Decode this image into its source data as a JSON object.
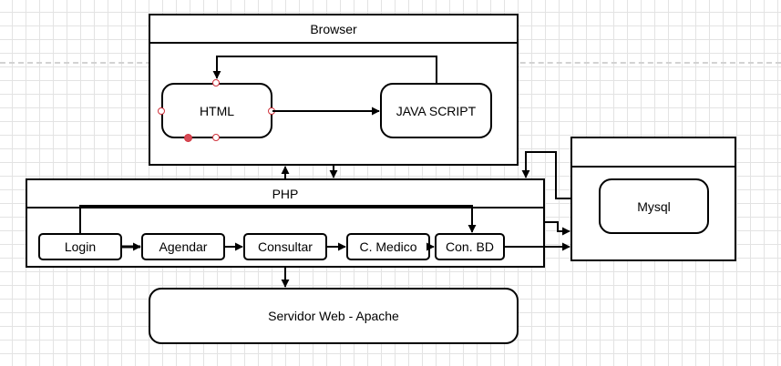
{
  "diagram": {
    "browser": {
      "title": "Browser"
    },
    "html_node": {
      "label": "HTML"
    },
    "js_node": {
      "label": "JAVA SCRIPT"
    },
    "php": {
      "title": "PHP"
    },
    "php_steps": {
      "login": "Login",
      "agendar": "Agendar",
      "consultar": "Consultar",
      "medico": "C. Medico",
      "conbd": "Con. BD"
    },
    "db": {
      "title": "",
      "label": "Mysql"
    },
    "server": {
      "label": "Servidor Web - Apache"
    }
  },
  "colors": {
    "grid": "#e3e3e3",
    "stroke": "#000000",
    "selection_handle": "#d0323c"
  }
}
